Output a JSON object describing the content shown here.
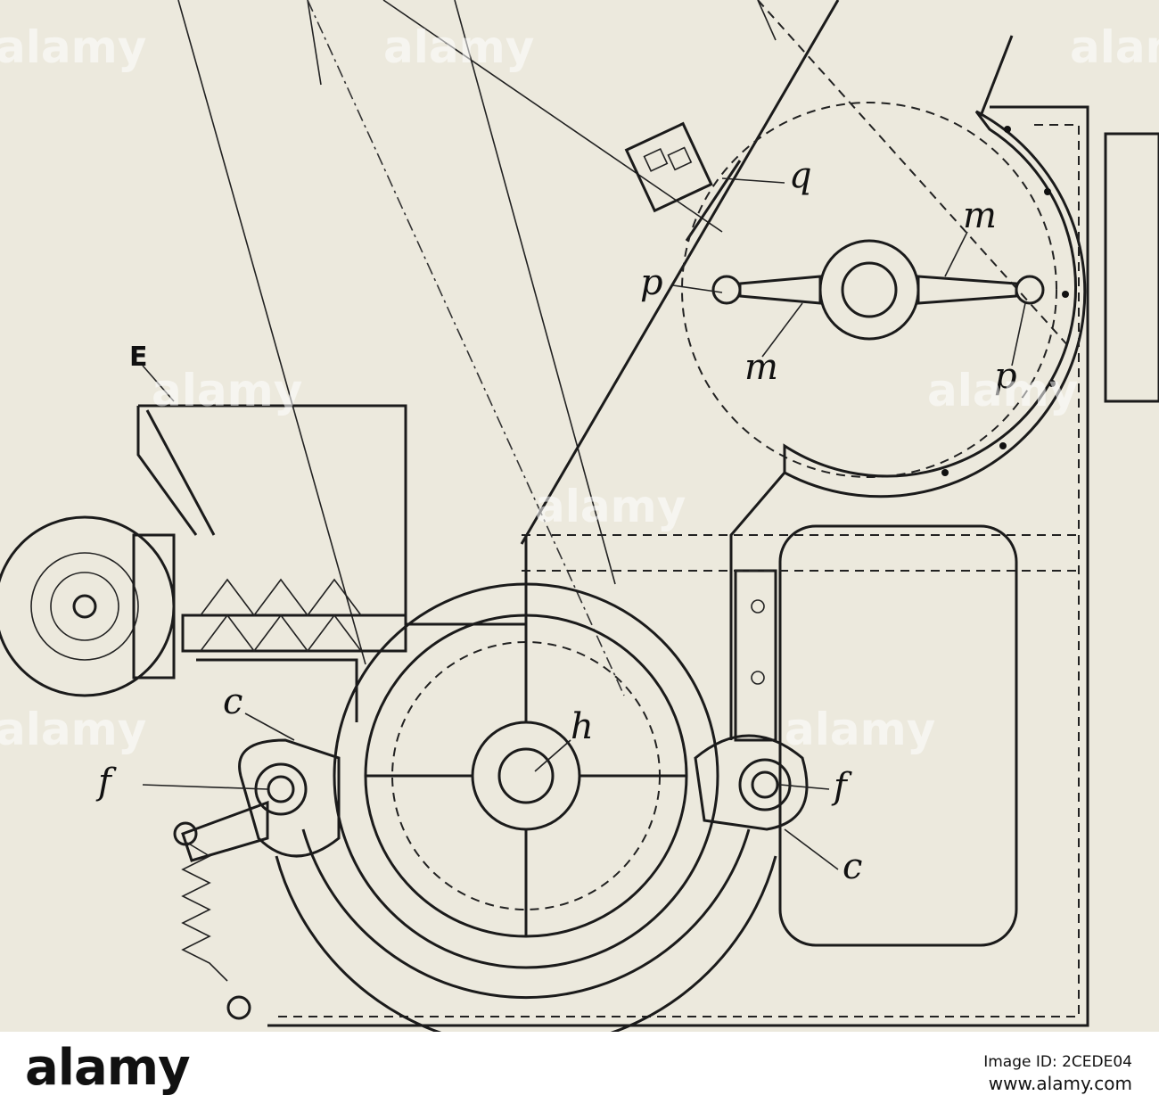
{
  "labels": {
    "E": "E",
    "q": "q",
    "m_top": "m",
    "p_left": "p",
    "m_bottom": "m",
    "p_right": "p",
    "c_left": "c",
    "h": "h",
    "f_left": "f",
    "f_right": "f",
    "c_right": "c"
  },
  "watermark": {
    "text": "alamy"
  },
  "footer": {
    "logo": "alamy",
    "image_id_label": "Image ID: 2CEDE04",
    "url": "www.alamy.com"
  }
}
